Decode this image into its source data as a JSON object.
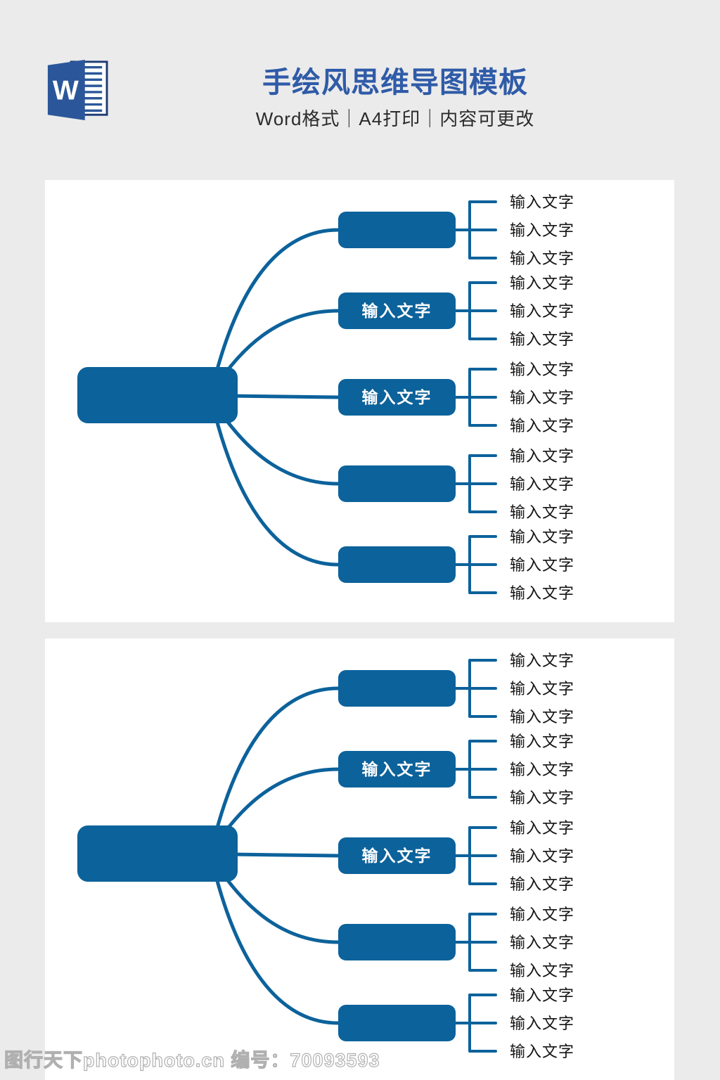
{
  "header": {
    "title": "手绘风思维导图模板",
    "subtitle": "Word格式｜A4打印｜内容可更改",
    "word_icon": {
      "letter": "W"
    }
  },
  "colors": {
    "page_bg": "#ebebeb",
    "panel_bg": "#ffffff",
    "node_blue": "#0c629b",
    "title_blue": "#2f5ba8",
    "subtitle_text": "#2b2b2b",
    "leaf_text": "#141414",
    "word_icon_blue": "#2b579a",
    "word_icon_border": "#1e3c74"
  },
  "mindmap": {
    "panels": [
      {
        "central_label": "",
        "branches": [
          {
            "label": "",
            "leaves": [
              "输入文字",
              "输入文字",
              "输入文字"
            ]
          },
          {
            "label": "输入文字",
            "leaves": [
              "输入文字",
              "输入文字",
              "输入文字"
            ]
          },
          {
            "label": "输入文字",
            "leaves": [
              "输入文字",
              "输入文字",
              "输入文字"
            ]
          },
          {
            "label": "",
            "leaves": [
              "输入文字",
              "输入文字",
              "输入文字"
            ]
          },
          {
            "label": "",
            "leaves": [
              "输入文字",
              "输入文字",
              "输入文字"
            ]
          }
        ]
      },
      {
        "central_label": "",
        "branches": [
          {
            "label": "",
            "leaves": [
              "输入文字",
              "输入文字",
              "输入文字"
            ]
          },
          {
            "label": "输入文字",
            "leaves": [
              "输入文字",
              "输入文字",
              "输入文字"
            ]
          },
          {
            "label": "输入文字",
            "leaves": [
              "输入文字",
              "输入文字",
              "输入文字"
            ]
          },
          {
            "label": "",
            "leaves": [
              "输入文字",
              "输入文字",
              "输入文字"
            ]
          },
          {
            "label": "",
            "leaves": [
              "输入文字",
              "输入文字",
              "输入文字"
            ]
          }
        ]
      }
    ]
  },
  "watermark": {
    "text": "图行天下photophoto.cn 编号：70093593"
  }
}
